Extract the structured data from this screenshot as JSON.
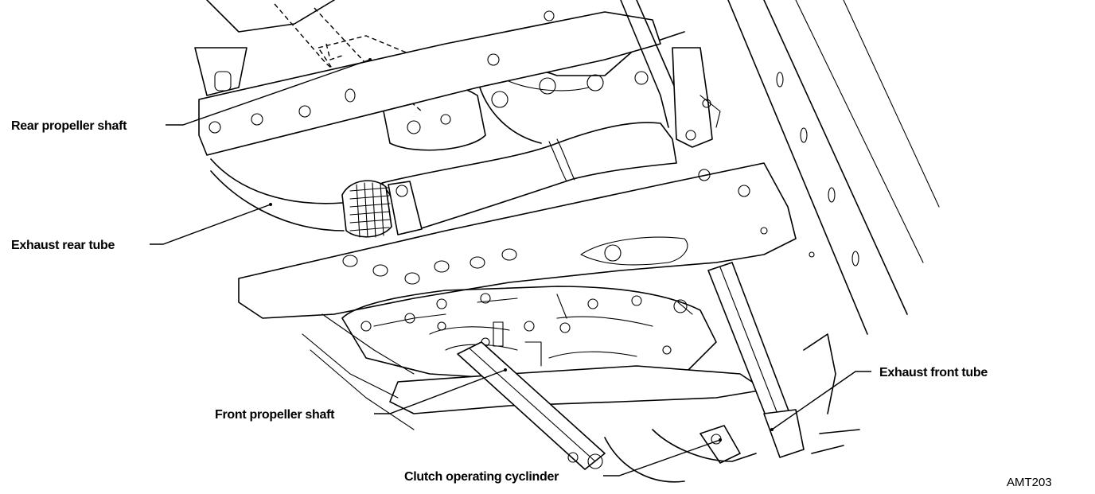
{
  "labels": {
    "rear_propeller_shaft": "Rear propeller shaft",
    "exhaust_rear_tube": "Exhaust rear tube",
    "front_propeller_shaft": "Front propeller shaft",
    "clutch_operating_cylinder": "Clutch operating cyclinder",
    "exhaust_front_tube": "Exhaust front tube"
  },
  "figure_code": "AMT203"
}
